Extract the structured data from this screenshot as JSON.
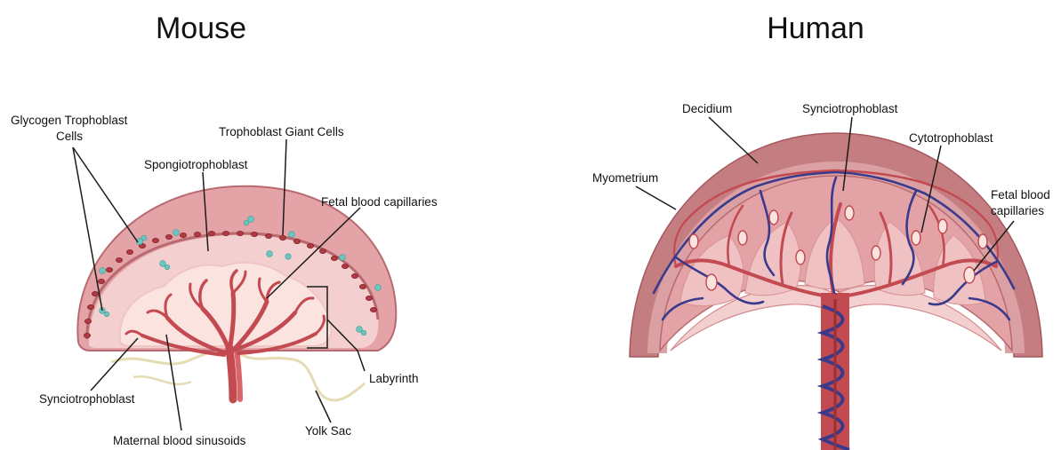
{
  "titles": {
    "mouse": "Mouse",
    "human": "Human"
  },
  "mouse_labels": {
    "glycogen_line1": "Glycogen Trophoblast",
    "glycogen_line2": "Cells",
    "giant_cells": "Trophoblast Giant Cells",
    "spongiotrophoblast": "Spongiotrophoblast",
    "fetal_capillaries": "Fetal blood capillaries",
    "labyrinth": "Labyrinth",
    "synciotrophoblast": "Synciotrophoblast",
    "maternal_sinusoids": "Maternal blood sinusoids",
    "yolk_sac": "Yolk Sac"
  },
  "human_labels": {
    "decidium": "Decidium",
    "synciotrophoblast": "Synciotrophoblast",
    "cytotrophoblast": "Cytotrophoblast",
    "myometrium": "Myometrium",
    "fetal_line1": "Fetal blood",
    "fetal_line2": "capillaries"
  },
  "colors": {
    "outer_pink": "#e4a3a7",
    "outer_stroke": "#b86a70",
    "inner_pink": "#f4cfcf",
    "labyrinth_pale": "#fbe3e0",
    "vessel_red": "#c24a50",
    "vein_blue": "#3a3a8c",
    "glycogen_teal": "#6cc6bf",
    "giant_cell": "#b23a42",
    "myometrium": "#c47e82",
    "yolk_sac": "#e6dcb4"
  }
}
